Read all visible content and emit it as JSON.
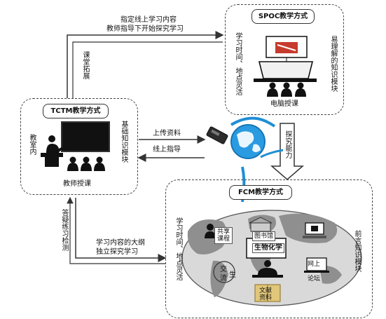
{
  "spoc": {
    "title": "SPOC教学方式",
    "left_vertical": "学习时间、地点灵活",
    "right_vertical": "易理解的知识模块",
    "caption": "电脑授课"
  },
  "tctm": {
    "title": "TCTM教学方式",
    "left_vertical": "教室内",
    "right_vertical": "基础知识模块",
    "caption": "教师授课"
  },
  "fcm": {
    "title": "FCM教学方式",
    "left_vertical": "学习时间、地点灵活",
    "right_vertical": "前言知识模块",
    "center_label": "生物化学",
    "resources": {
      "library": "图书馆",
      "shared_course": "共享课程",
      "exchange_a": "交",
      "exchange_b": "流",
      "exchange_c": "生",
      "forum_a": "网上",
      "forum_b": "论坛",
      "literature_a": "文献",
      "literature_b": "资料"
    }
  },
  "arrows": {
    "top_line1": "指定线上学习内容",
    "top_line2": "教师指导下开始探究学习",
    "left_vertical": "课堂拓展",
    "upload": "上传资料",
    "online_guide": "线上指导",
    "inquiry": "探究能力",
    "qa_vertical": "答疑练习检测",
    "bottom_line1": "学习内容的大纲",
    "bottom_line2": "独立探究学习"
  },
  "colors": {
    "line": "#333333",
    "globe_blue": "#1f8ed6",
    "map_gray": "#8f8f8f",
    "sea_gray": "#d7d7d7"
  }
}
